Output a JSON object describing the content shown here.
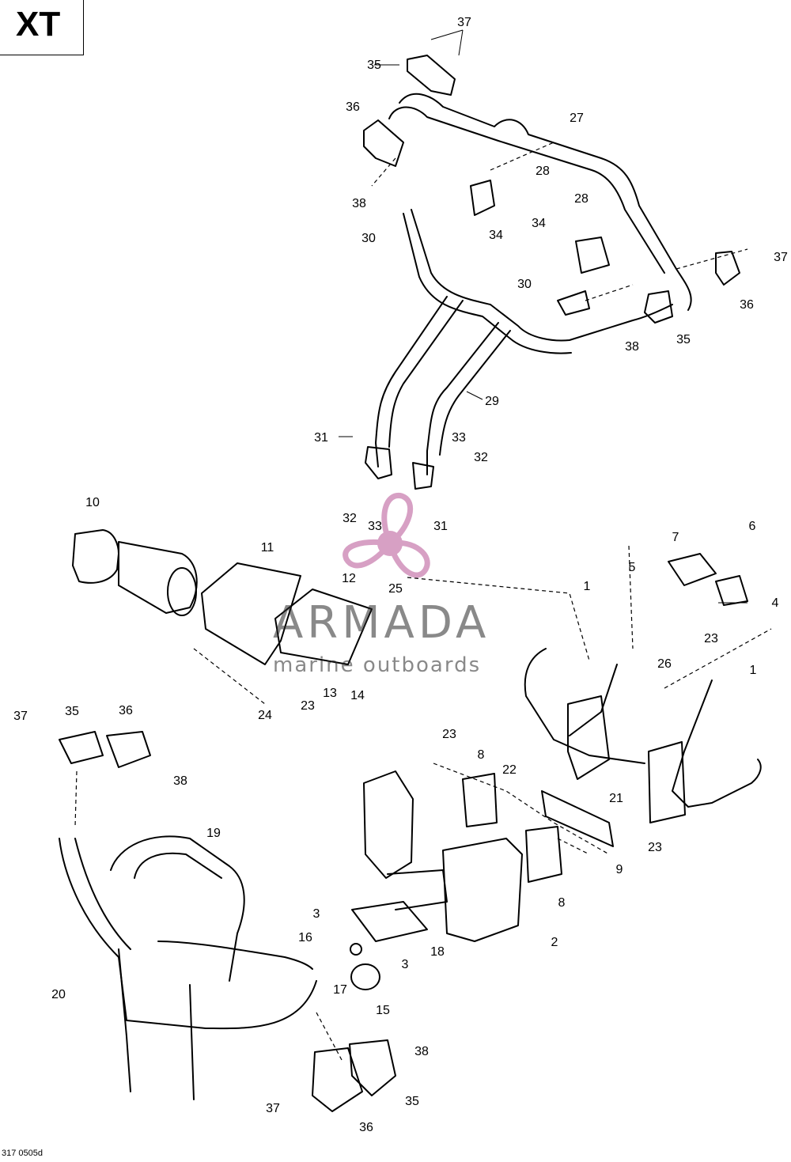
{
  "model_label": "XT",
  "figure_code": "317 0505d",
  "watermark": {
    "name": "ARMADA",
    "tagline": "marine outboards",
    "color": "#d7a0c4"
  },
  "callouts": [
    "37",
    "35",
    "36",
    "27",
    "28",
    "38",
    "30",
    "34",
    "28",
    "34",
    "37",
    "30",
    "36",
    "38",
    "35",
    "29",
    "31",
    "33",
    "32",
    "32",
    "33",
    "31",
    "10",
    "11",
    "12",
    "25",
    "7",
    "6",
    "5",
    "1",
    "4",
    "23",
    "26",
    "1",
    "24",
    "23",
    "13",
    "14",
    "37",
    "35",
    "36",
    "38",
    "19",
    "23",
    "8",
    "22",
    "21",
    "23",
    "9",
    "8",
    "3",
    "16",
    "18",
    "2",
    "3",
    "17",
    "15",
    "20",
    "38",
    "35",
    "37",
    "36"
  ]
}
